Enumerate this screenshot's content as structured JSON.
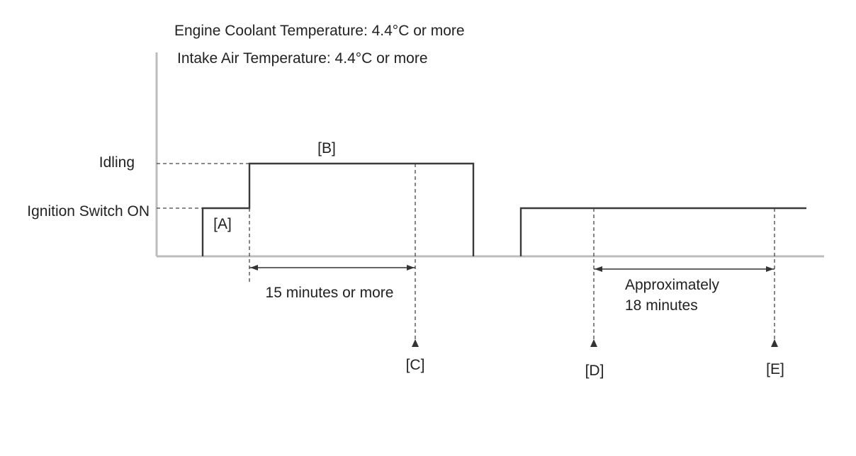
{
  "conditions": {
    "coolant": "Engine Coolant Temperature: 4.4°C or more",
    "intake": "Intake Air Temperature: 4.4°C or more"
  },
  "levels": {
    "idling": "Idling",
    "ignition": "Ignition Switch ON"
  },
  "phases": {
    "a": "[A]",
    "b": "[B]",
    "c": "[C]",
    "d": "[D]",
    "e": "[E]"
  },
  "durations": {
    "first": "15 minutes or more",
    "second_line1": "Approximately",
    "second_line2": "18 minutes"
  },
  "colors": {
    "line": "#3a3a3a",
    "axis": "#bdbdbd",
    "text": "#222222"
  }
}
